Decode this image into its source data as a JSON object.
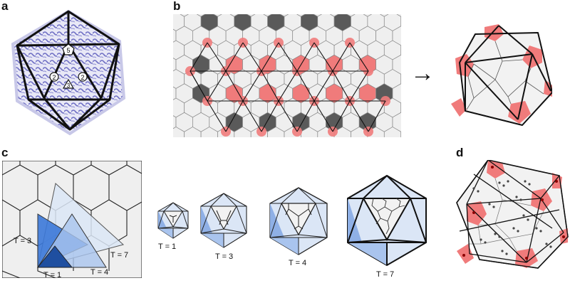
{
  "figure": {
    "panels": [
      {
        "id": "a",
        "label": "a",
        "description": "Icosahedral virus capsid protein structure with overlaid icosahedron showing symmetry axes",
        "symmetry_markers": [
          "5",
          "2",
          "2",
          "3"
        ]
      },
      {
        "id": "b",
        "label": "b",
        "description": "Hexagonal lattice net with icosahedron unfolded; pentamer positions in red, folding into icosahedral cage",
        "arrow": "→"
      },
      {
        "id": "c",
        "label": "c",
        "description": "Triangulation numbers on a hexagonal lattice and corresponding icosahedra",
        "lattice_labels": [
          "T = 3",
          "T = 7",
          "T = 1",
          "T = 4"
        ],
        "icosahedra_labels": [
          "T = 1",
          "T = 3",
          "T = 4",
          "T = 7"
        ]
      },
      {
        "id": "d",
        "label": "d",
        "description": "Icosahedral capsid with pentamers (red) and subunit positions marked by dots"
      }
    ]
  },
  "colors": {
    "pentamer_red": "#f07b7b",
    "hex_dark": "#5a5a5a",
    "hex_light": "#efefef",
    "blue_dark": "#1f4fa0",
    "blue_mid": "#3b78d8",
    "blue_light": "#a9c4ee",
    "blue_pale": "#dbe6f6",
    "protein_purple": "#6f6fc4"
  }
}
